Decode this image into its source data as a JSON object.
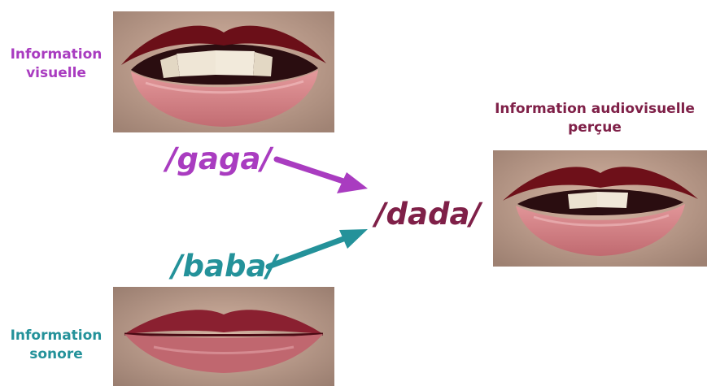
{
  "labels": {
    "visual": [
      "Information",
      "visuelle"
    ],
    "sound": [
      "Information",
      "sonore"
    ],
    "perceived": [
      "Information audiovisuelle",
      "perçue"
    ]
  },
  "syllables": {
    "visual": "/gaga/",
    "sound": "/baba/",
    "perceived": "/dada/"
  },
  "photos": {
    "visual": "mouth-open-teeth-visible",
    "sound": "mouth-closed",
    "perceived": "mouth-slightly-open"
  },
  "colors": {
    "visual": "#a93cc0",
    "sound": "#24929a",
    "perceived": "#7f2048"
  }
}
